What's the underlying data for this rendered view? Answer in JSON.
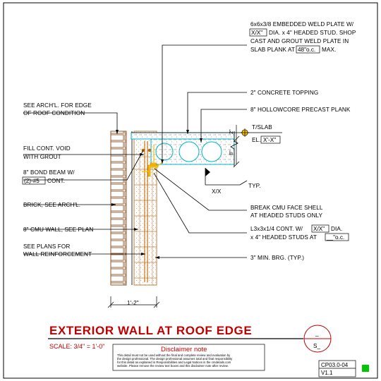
{
  "drawing": {
    "title": "EXTERIOR WALL AT ROOF EDGE",
    "scale": "SCALE:  3/4\" = 1'-0\"",
    "section_top": "_",
    "section_bottom": "S_",
    "sheet_code": "CP03.0-04",
    "version": "V1.1"
  },
  "disclaimer": {
    "title": "Disclaimer note",
    "lines": [
      "This detail must not be used without the final and complete review and evaluation by",
      "the design professional. The design professional assumes total and final responsibility",
      "for this detail as explained in Responsibilities and Legal Notices in the cmdetails.com",
      "website. Please remove the review text boxes and this disclaimer note after review."
    ]
  },
  "callouts": {
    "weld_plate": {
      "line1": "6x6x3/8 EMBEDDED WELD PLATE W/",
      "line2_box": "X/X\"",
      "line2_rest": "DIA. x 4\" HEADED STUD. SHOP",
      "line3": "CAST AND GROUT WELD PLATE IN",
      "line4_pre": "SLAB PLANK AT",
      "line4_box": "48\"o.c.",
      "line4_post": "MAX."
    },
    "topping": "2\" CONCRETE TOPPING",
    "hollowcore": "8\" HOLLOWCORE PRECAST PLANK",
    "arch_edge": [
      "SEE ARCH'L. FOR EDGE",
      "OF ROOF CONDITION"
    ],
    "slab_tag": "T/SLAB",
    "elev_pre": "EL.",
    "elev_box": "X'-X\"",
    "fill_void": [
      "FILL CONT. VOID",
      "WITH GROUT"
    ],
    "bond_beam": {
      "line1": "8\" BOND BEAM W/",
      "box": "(2)-#5",
      "post": "CONT."
    },
    "typ": "TYP.",
    "weld_symbol": "X/X",
    "brick": "BRICK, SEE ARCH'L.",
    "face_shell": [
      "BREAK CMU FACE SHELL",
      "AT HEADED STUDS ONLY"
    ],
    "cmu_wall": "8\" CMU WALL, SEE PLAN",
    "angle": {
      "line1_pre": "L3x3x1/4 CONT. W/",
      "line1_box": "X/X\"",
      "line1_post": "DIA.",
      "line2_pre": "x 4\" HEADED STUDS AT",
      "line2_box": "__\"o.c."
    },
    "reinforcement": [
      "SEE PLANS FOR",
      "WALL REINFORCEMENT"
    ],
    "bearing": "3\" MIN. BRG. (TYP.)",
    "dim_width": "1'-2\"",
    "dim_slab": "8\"",
    "dim_top": "2\""
  },
  "colors": {
    "title": "#c00000",
    "leader": "#000000",
    "slab": "#00b4c8",
    "cmu": "#d7a866",
    "brick": "#8b5a2b",
    "rebar": "#c86400",
    "status": "#00c800"
  }
}
